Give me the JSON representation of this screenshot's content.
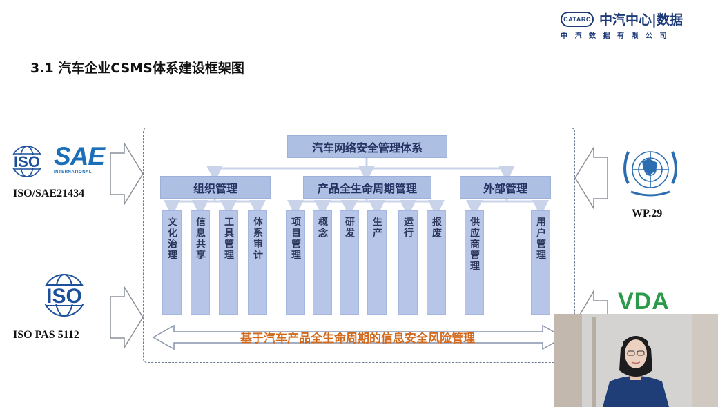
{
  "header": {
    "logo_mark": "CATARC",
    "logo_cn": "中汽中心|数据",
    "logo_sub": "中汽数据有限公司",
    "title": "3.1 汽车企业CSMS体系建设框架图"
  },
  "framework": {
    "top": "汽车网络安全管理体系",
    "categories": [
      "组织管理",
      "产品全生命周期管理",
      "外部管理"
    ],
    "leaves": {
      "org": [
        "文化治理",
        "信息共享",
        "工具管理",
        "体系审计"
      ],
      "product": [
        "项目管理",
        "概念",
        "研发",
        "生产",
        "运行",
        "报废"
      ],
      "external": [
        "供应商管理",
        "用户管理"
      ]
    },
    "bottom": "基于汽车产品全生命周期的信息安全风险管理"
  },
  "sources": {
    "iso_sae": {
      "iso": "ISO",
      "sae": "SAE",
      "sae_sub": "INTERNATIONAL",
      "label": "ISO/SAE21434"
    },
    "iso_pas": {
      "iso": "ISO",
      "label": "ISO PAS 5112"
    },
    "wp29": {
      "label": "WP.29"
    },
    "vda": {
      "logo": "VDA"
    }
  },
  "colors": {
    "box": "#aebfe4",
    "leaf": "#b7c6e8",
    "text_dark": "#233260",
    "accent_orange": "#d26a1e",
    "iso_blue": "#1c4f9c",
    "sae_blue": "#1a6fb8",
    "un_blue": "#2a6db0",
    "vda_green": "#2b9a4a"
  }
}
